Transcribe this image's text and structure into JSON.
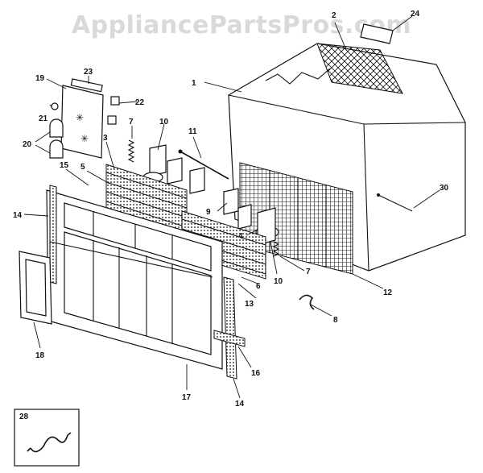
{
  "watermark": "AppliancePartsPros.com",
  "callouts": [
    {
      "id": "c1",
      "label": "1"
    },
    {
      "id": "c2",
      "label": "2"
    },
    {
      "id": "c24",
      "label": "24"
    },
    {
      "id": "c19",
      "label": "19"
    },
    {
      "id": "c23",
      "label": "23"
    },
    {
      "id": "c21",
      "label": "21"
    },
    {
      "id": "c22",
      "label": "22"
    },
    {
      "id": "c20",
      "label": "20"
    },
    {
      "id": "c7a",
      "label": "7"
    },
    {
      "id": "c10a",
      "label": "10"
    },
    {
      "id": "c11",
      "label": "11"
    },
    {
      "id": "c3",
      "label": "3"
    },
    {
      "id": "c15",
      "label": "15"
    },
    {
      "id": "c5",
      "label": "5"
    },
    {
      "id": "c14a",
      "label": "14"
    },
    {
      "id": "c9",
      "label": "9"
    },
    {
      "id": "c4",
      "label": "4"
    },
    {
      "id": "c30",
      "label": "30"
    },
    {
      "id": "c6",
      "label": "6"
    },
    {
      "id": "c10b",
      "label": "10"
    },
    {
      "id": "c7b",
      "label": "7"
    },
    {
      "id": "c12",
      "label": "12"
    },
    {
      "id": "c13",
      "label": "13"
    },
    {
      "id": "c8",
      "label": "8"
    },
    {
      "id": "c18",
      "label": "18"
    },
    {
      "id": "c16",
      "label": "16"
    },
    {
      "id": "c17",
      "label": "17"
    },
    {
      "id": "c14b",
      "label": "14"
    },
    {
      "id": "c28",
      "label": "28"
    }
  ]
}
